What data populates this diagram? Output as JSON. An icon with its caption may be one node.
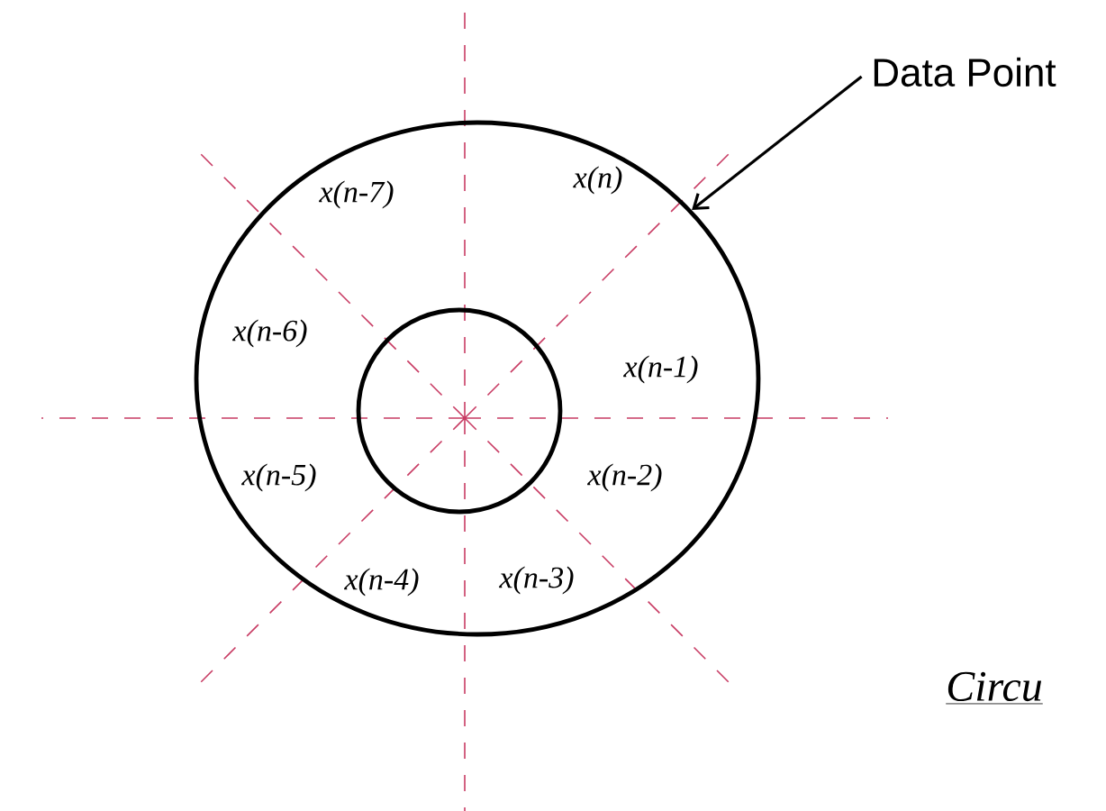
{
  "diagram": {
    "nodes": [
      {
        "text": [
          "Data Point"
        ]
      },
      {
        "text": [],
        "shape": "circle"
      },
      {
        "text": [],
        "shape": "circle",
        "in": 1
      }
    ],
    "edges": [
      {
        "from": 0,
        "to": 1,
        "arrow": "to"
      }
    ],
    "labels": [
      "x(n-7)",
      "x(n)",
      "x(n-6)",
      "x(n-1)",
      "x(n-5)",
      "x(n-2)",
      "x(n-4)",
      "x(n-3)",
      "Circu"
    ]
  }
}
